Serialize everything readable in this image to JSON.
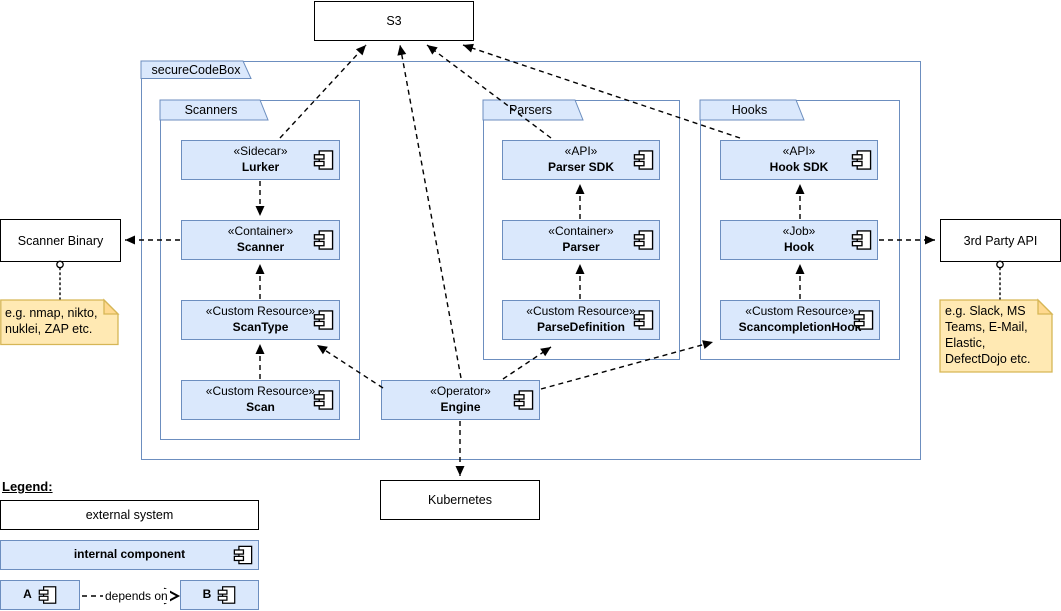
{
  "frame": {
    "label": "secureCodeBox"
  },
  "groups": {
    "scanners": "Scanners",
    "parsers": "Parsers",
    "hooks": "Hooks"
  },
  "external": {
    "s3": "S3",
    "kubernetes": "Kubernetes",
    "scanner_binary": "Scanner Binary",
    "third_party_api": "3rd Party API"
  },
  "components": {
    "lurker": {
      "stereotype": "«Sidecar»",
      "name": "Lurker"
    },
    "scanner": {
      "stereotype": "«Container»",
      "name": "Scanner"
    },
    "scantype": {
      "stereotype": "«Custom Resource»",
      "name": "ScanType"
    },
    "scan": {
      "stereotype": "«Custom Resource»",
      "name": "Scan"
    },
    "parser_sdk": {
      "stereotype": "«API»",
      "name": "Parser SDK"
    },
    "parser": {
      "stereotype": "«Container»",
      "name": "Parser"
    },
    "parse_definition": {
      "stereotype": "«Custom Resource»",
      "name": "ParseDefinition"
    },
    "hook_sdk": {
      "stereotype": "«API»",
      "name": "Hook SDK"
    },
    "hook": {
      "stereotype": "«Job»",
      "name": "Hook"
    },
    "scancompletion_hook": {
      "stereotype": "«Custom Resource»",
      "name": "ScancompletionHook"
    },
    "engine": {
      "stereotype": "«Operator»",
      "name": "Engine"
    }
  },
  "notes": {
    "scanner_binary_examples": "e.g. nmap, nikto, nuklei, ZAP etc.",
    "third_party_examples": "e.g. Slack, MS Teams, E-Mail, Elastic, DefectDojo etc."
  },
  "legend": {
    "title": "Legend:",
    "external_system": "external system",
    "internal_component": "internal component",
    "node_a": "A",
    "node_b": "B",
    "depends_on": "depends on"
  },
  "colors": {
    "component_fill": "#dae8fc",
    "component_border": "#6c8ebf",
    "note_fill": "#ffe9b3",
    "note_border": "#d6b656",
    "line": "#000000"
  }
}
